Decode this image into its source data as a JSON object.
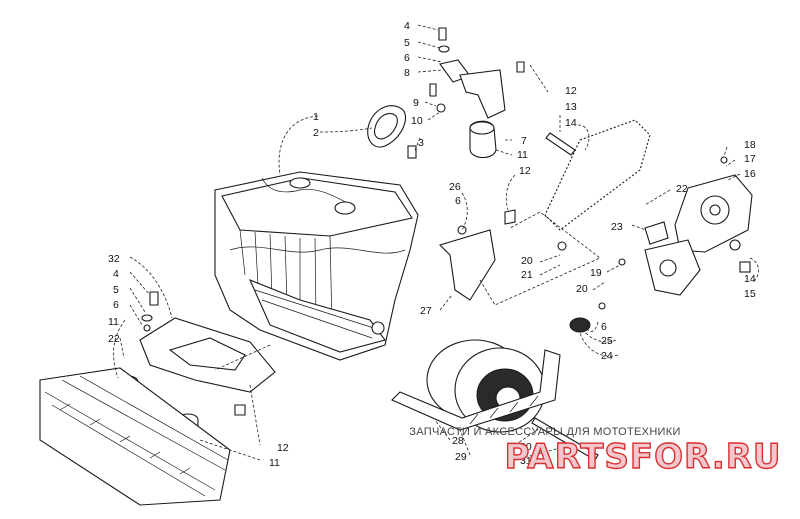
{
  "diagram": {
    "callouts": [
      {
        "id": "c1",
        "text": "1"
      },
      {
        "id": "c2",
        "text": "2"
      },
      {
        "id": "c3",
        "text": "3"
      },
      {
        "id": "c4a",
        "text": "4"
      },
      {
        "id": "c5a",
        "text": "5"
      },
      {
        "id": "c6a",
        "text": "6"
      },
      {
        "id": "c8",
        "text": "8"
      },
      {
        "id": "c9",
        "text": "9"
      },
      {
        "id": "c10",
        "text": "10"
      },
      {
        "id": "c12a",
        "text": "12"
      },
      {
        "id": "c13",
        "text": "13"
      },
      {
        "id": "c14a",
        "text": "14"
      },
      {
        "id": "c7",
        "text": "7"
      },
      {
        "id": "c11a",
        "text": "11"
      },
      {
        "id": "c12b",
        "text": "12"
      },
      {
        "id": "c26",
        "text": "26"
      },
      {
        "id": "c6b",
        "text": "6"
      },
      {
        "id": "c18",
        "text": "18"
      },
      {
        "id": "c17",
        "text": "17"
      },
      {
        "id": "c16",
        "text": "16"
      },
      {
        "id": "c22a",
        "text": "22"
      },
      {
        "id": "c23",
        "text": "23"
      },
      {
        "id": "c20a",
        "text": "20"
      },
      {
        "id": "c21",
        "text": "21"
      },
      {
        "id": "c19",
        "text": "19"
      },
      {
        "id": "c20b",
        "text": "20"
      },
      {
        "id": "c14b",
        "text": "14"
      },
      {
        "id": "c15",
        "text": "15"
      },
      {
        "id": "c27",
        "text": "27"
      },
      {
        "id": "c32",
        "text": "32"
      },
      {
        "id": "c4b",
        "text": "4"
      },
      {
        "id": "c5b",
        "text": "5"
      },
      {
        "id": "c6c",
        "text": "6"
      },
      {
        "id": "c11b",
        "text": "11"
      },
      {
        "id": "c22b",
        "text": "22"
      },
      {
        "id": "c6d",
        "text": "6"
      },
      {
        "id": "c25",
        "text": "25"
      },
      {
        "id": "c24",
        "text": "24"
      },
      {
        "id": "c12c",
        "text": "12"
      },
      {
        "id": "c11c",
        "text": "11"
      },
      {
        "id": "c28",
        "text": "28"
      },
      {
        "id": "c29",
        "text": "29"
      },
      {
        "id": "c30",
        "text": "30"
      },
      {
        "id": "c31",
        "text": "31"
      }
    ]
  },
  "watermark": {
    "tagline": "ЗАПЧАСТИ И АКСЕССУАРЫ ДЛЯ МОТОТЕХНИКИ",
    "logo": "PARTSFOR.RU",
    "colors": {
      "fill": "#f4c7cf",
      "stroke": "#d9302f"
    }
  }
}
